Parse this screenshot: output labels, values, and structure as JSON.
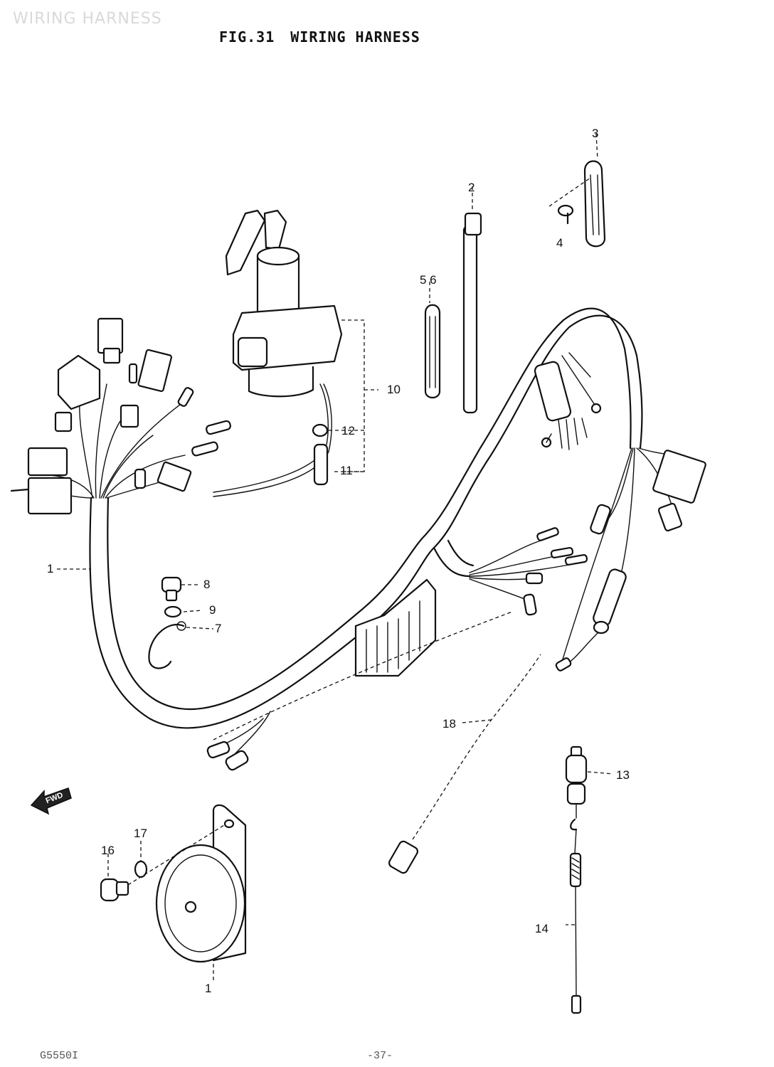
{
  "watermark": "WIRING HARNESS",
  "figure": {
    "number": "FIG.31",
    "title": "WIRING HARNESS"
  },
  "callouts": {
    "c1": "1",
    "c1b": "1",
    "c2": "2",
    "c3": "3",
    "c4": "4",
    "c56": "5 6",
    "c7": "7",
    "c8": "8",
    "c9": "9",
    "c10": "10",
    "c11": "11",
    "c12": "12",
    "c13": "13",
    "c14": "14",
    "c16": "16",
    "c17": "17",
    "c18": "18"
  },
  "fwd_label": "FWD",
  "footer": {
    "code": "G5550I",
    "page": "-37-"
  }
}
